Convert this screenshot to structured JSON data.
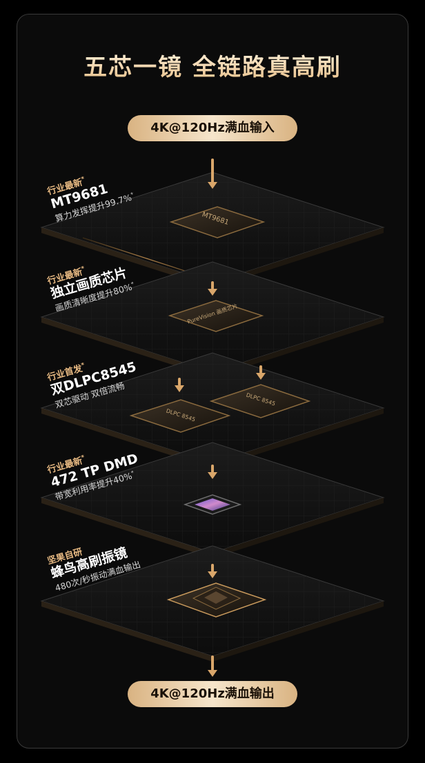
{
  "title": "五芯一镜 全链路真高刷",
  "input_pill": "4K@120Hz满血输入",
  "output_pill": "4K@120Hz满血输出",
  "layers": [
    {
      "tag": "行业最新",
      "tag_mark": "*",
      "heading": "MT9681",
      "sub": "算力发挥提升99.7%",
      "sub_mark": "*",
      "chip_text": "MT9681"
    },
    {
      "tag": "行业最新",
      "tag_mark": "*",
      "heading": "独立画质芯片",
      "sub": "画质清晰度提升80%",
      "sub_mark": "*",
      "chip_text": "PureVision 画质芯片"
    },
    {
      "tag": "行业首发",
      "tag_mark": "*",
      "heading": "双DLPC8545",
      "sub": "双芯驱动 双倍流畅",
      "sub_mark": "",
      "chip_text": "DLPC 8545"
    },
    {
      "tag": "行业最新",
      "tag_mark": "*",
      "heading": "472 TP DMD",
      "sub": "带宽利用率提升40%",
      "sub_mark": "*",
      "chip_text": ""
    },
    {
      "tag": "坚果自研",
      "tag_mark": "",
      "heading": "蜂鸟高刷振镜",
      "sub": "480次/秒振动满血输出",
      "sub_mark": "",
      "chip_text": ""
    }
  ],
  "colors": {
    "accent": "#d9a66a",
    "pill_light": "#f6e5cb",
    "pill_dark": "#d9b382",
    "board": "#141414"
  }
}
